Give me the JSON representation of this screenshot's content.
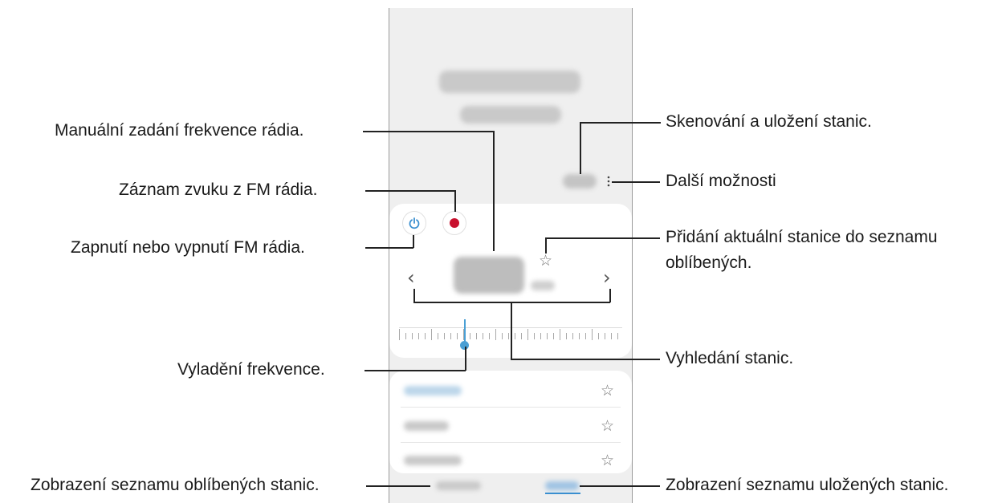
{
  "annotations": {
    "manual_frequency": "Manuální zadání frekvence rádia.",
    "record": "Záznam zvuku z FM rádia.",
    "power": "Zapnutí nebo vypnutí FM rádia.",
    "tune": "Vyladění frekvence.",
    "favorites_list": "Zobrazení seznamu oblíbených stanic.",
    "scan": "Skenování a uložení stanic.",
    "more_options": "Další možnosti",
    "add_favorite_line1": "Přidání aktuální stanice do seznamu",
    "add_favorite_line2": "oblíbených.",
    "search": "Vyhledání stanic.",
    "saved_list": "Zobrazení seznamu uložených stanic."
  },
  "icons": {
    "power": "power-icon",
    "record": "record-icon",
    "favorite": "star-outline-icon",
    "prev": "chevron-left-icon",
    "next": "chevron-right-icon",
    "more": "more-vertical-icon"
  },
  "colors": {
    "record": "#c8102e",
    "power": "#3a8fd0",
    "slider_knob": "#4a9fd4",
    "link": "#3a8fd0"
  }
}
